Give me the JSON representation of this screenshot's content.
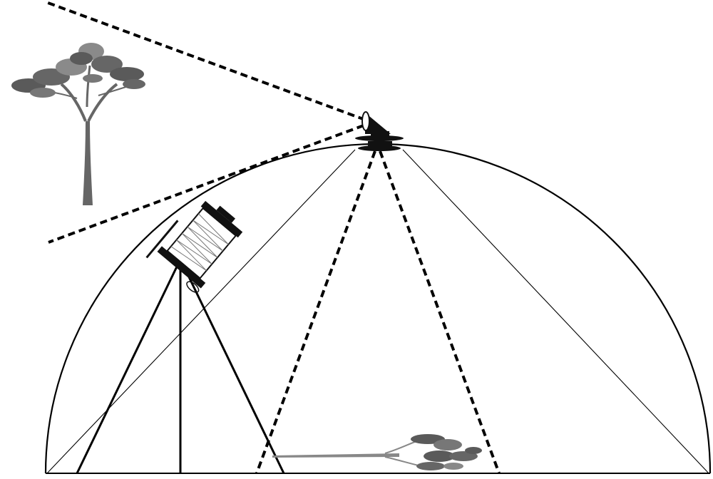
{
  "diagram": {
    "description_visible_text": [],
    "elements": [
      {
        "name": "dome-arc",
        "kind": "semicircle"
      },
      {
        "name": "ground-line",
        "kind": "line"
      },
      {
        "name": "camera-at-apex",
        "kind": "icon"
      },
      {
        "name": "view-camera-on-tripod",
        "kind": "icon"
      },
      {
        "name": "tree-upright",
        "kind": "icon"
      },
      {
        "name": "tree-lying-flat",
        "kind": "icon"
      }
    ],
    "colors": {
      "line": "#000000",
      "tree_dark": "#555555",
      "tree_light": "#8a8a8a",
      "camera": "#111111",
      "bellows": "#ffffff"
    }
  }
}
